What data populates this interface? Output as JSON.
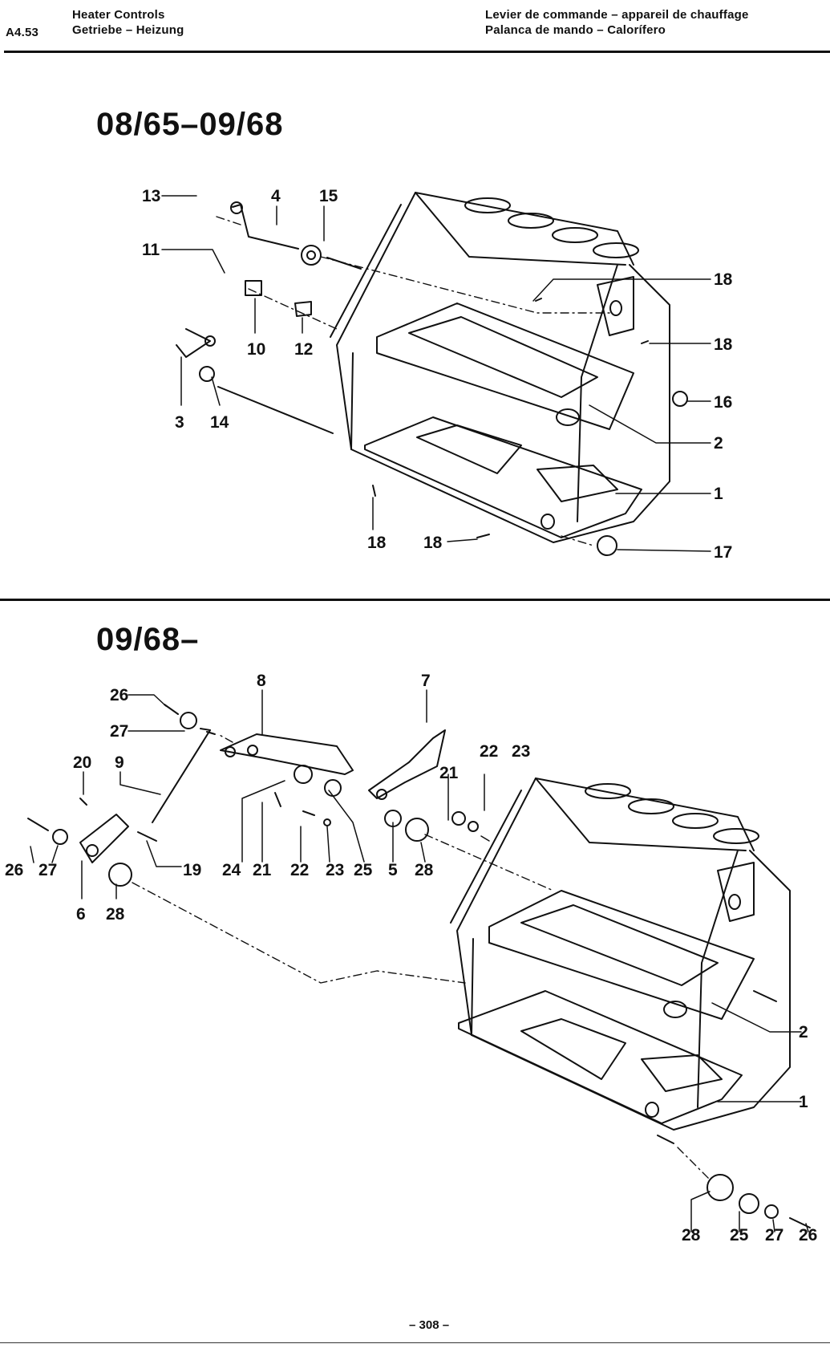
{
  "header": {
    "code": "A4.53",
    "left_lines": [
      "Heater Controls",
      "Getriebe – Heizung"
    ],
    "right_lines": [
      "Levier de commande – appareil de chauffage",
      "Palanca de mando – Calorífero"
    ]
  },
  "sections": [
    {
      "title": "08/65–09/68",
      "callouts": [
        "13",
        "4",
        "15",
        "11",
        "10",
        "12",
        "3",
        "14",
        "18",
        "18",
        "16",
        "2",
        "1",
        "18",
        "18",
        "17"
      ]
    },
    {
      "title": "09/68–",
      "callouts": [
        "8",
        "7",
        "26",
        "27",
        "20",
        "9",
        "21",
        "22",
        "23",
        "26",
        "27",
        "6",
        "28",
        "19",
        "24",
        "21",
        "22",
        "23",
        "25",
        "5",
        "28",
        "2",
        "1",
        "28",
        "25",
        "27",
        "26"
      ]
    }
  ],
  "page_number": "– 308 –"
}
